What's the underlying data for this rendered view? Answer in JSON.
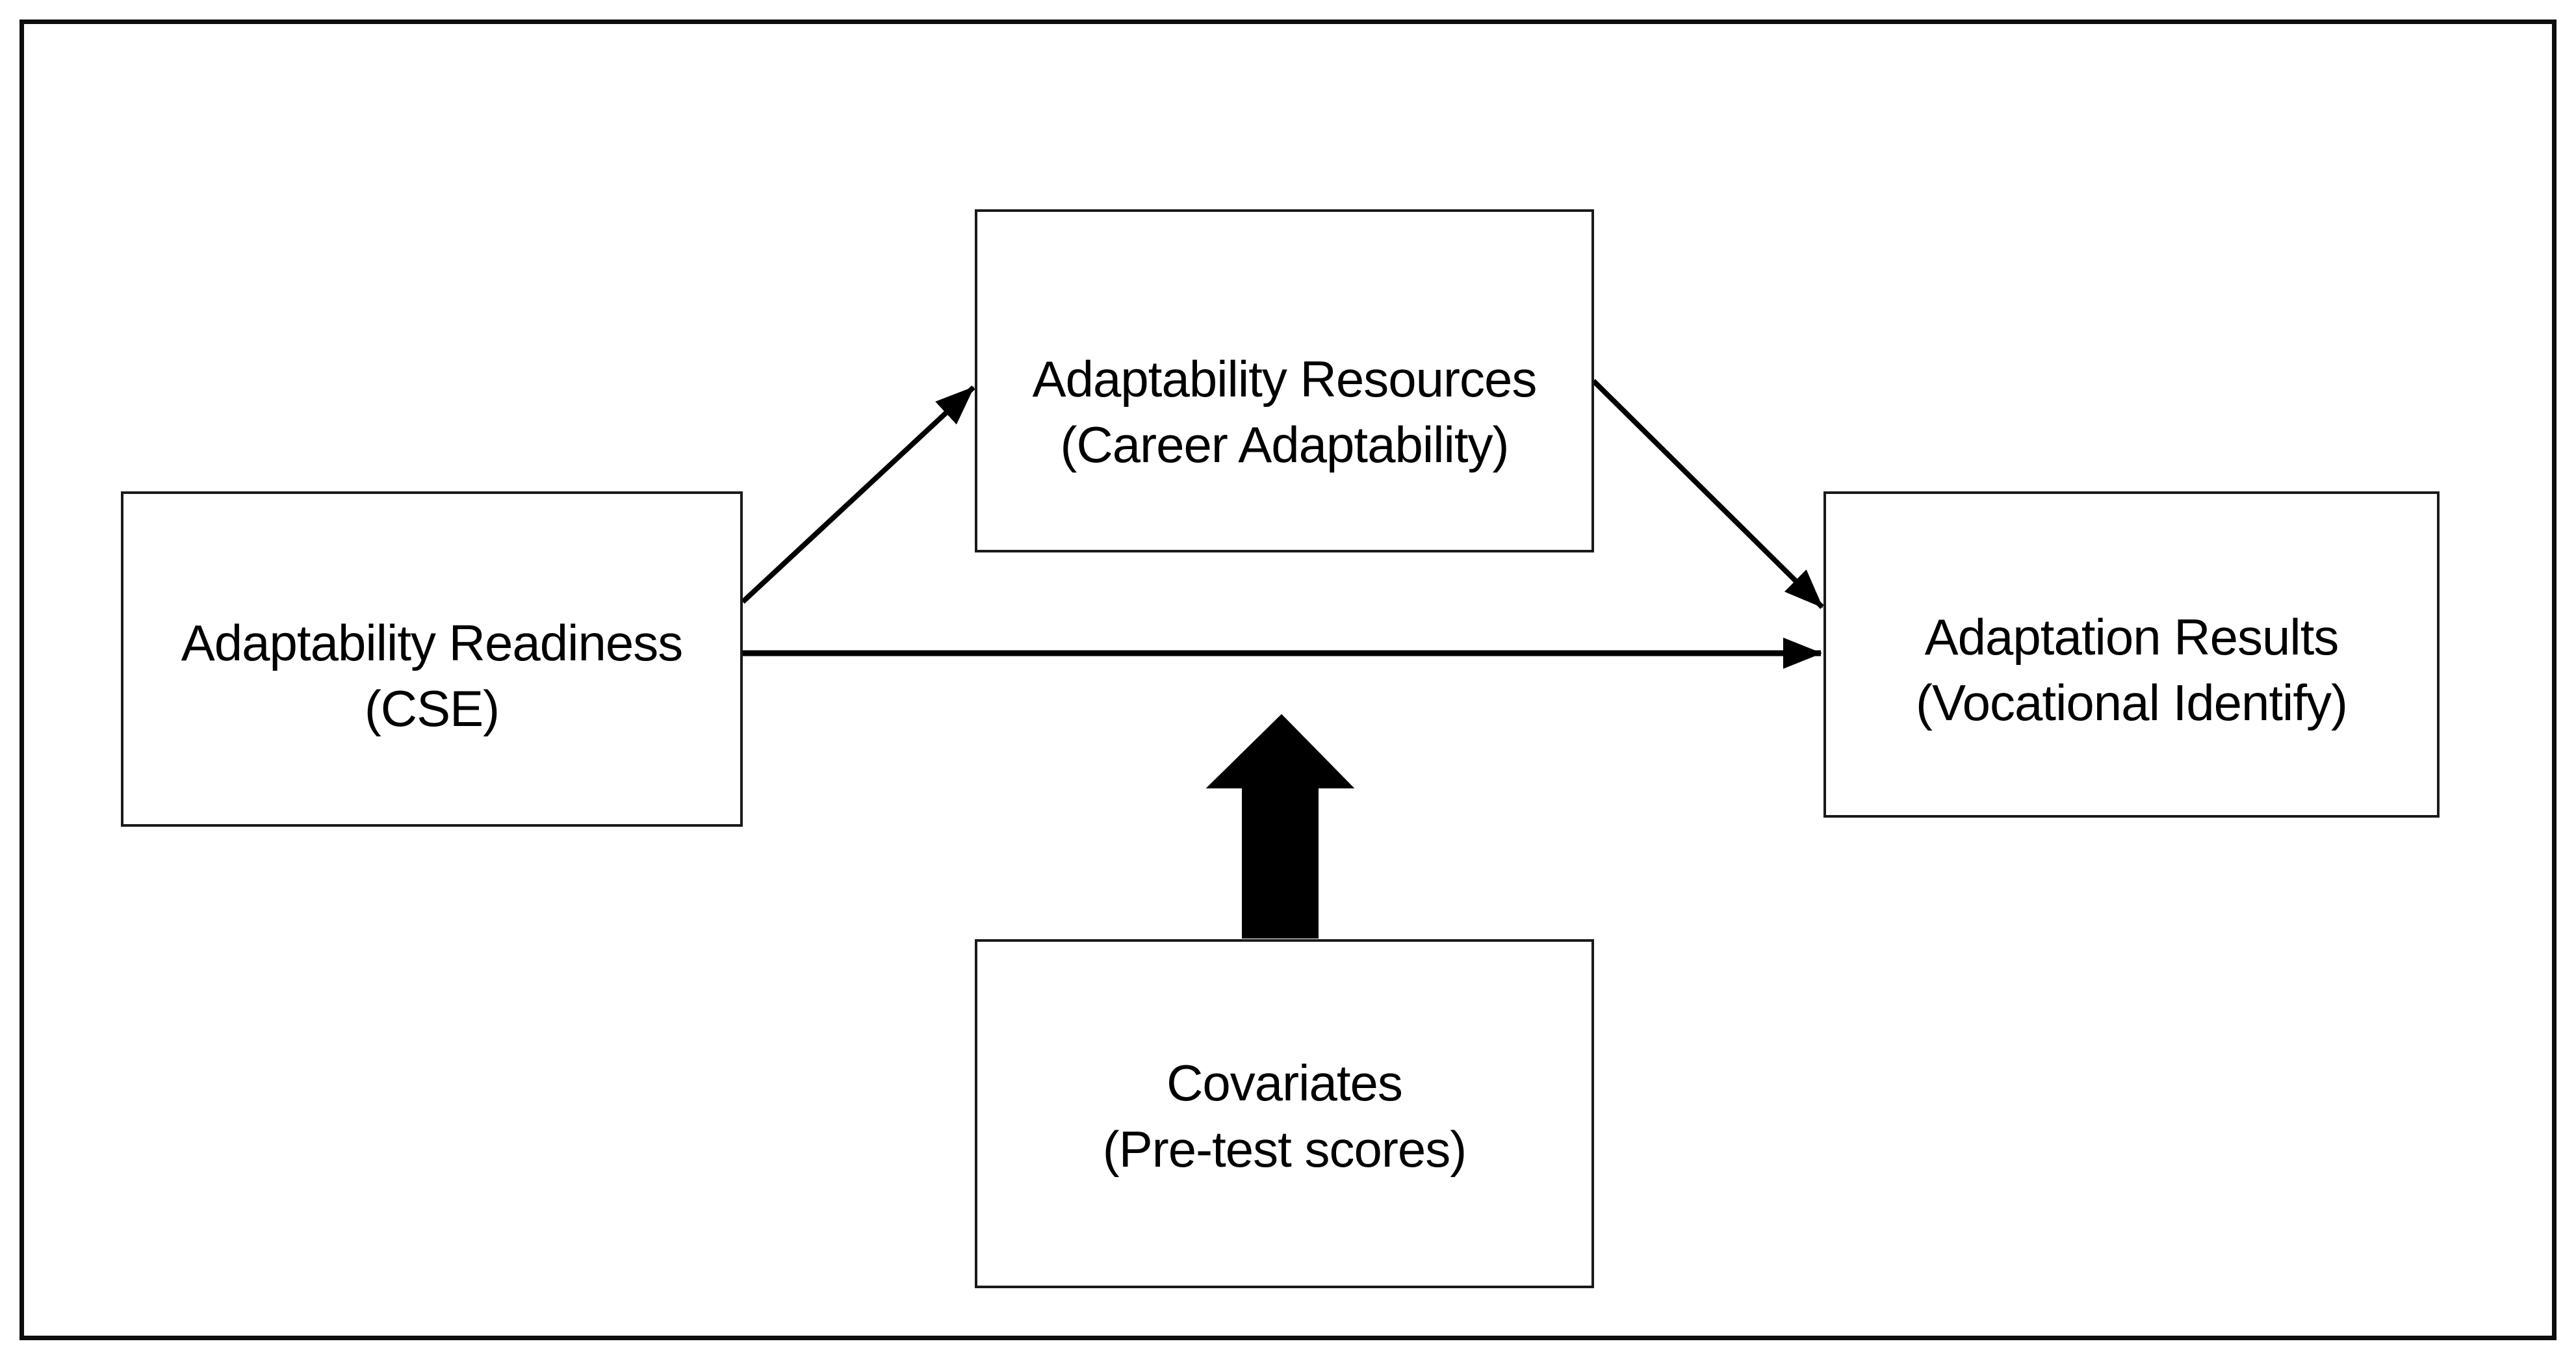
{
  "figure": {
    "type": "path-model-diagram",
    "colors": {
      "background": "#ffffff",
      "frame_border": "#0d0d0d",
      "box_border": "#1a1a1a",
      "box_fill": "#ffffff",
      "arrow": "#000000",
      "text": "#000000"
    },
    "nodes": [
      {
        "id": "adaptability-readiness",
        "line1": "Adaptability Readiness",
        "line2": "(CSE)"
      },
      {
        "id": "adaptability-resources",
        "line1": "Adaptability Resources",
        "line2": "(Career Adaptability)"
      },
      {
        "id": "adaptation-results",
        "line1": "Adaptation Results",
        "line2": "(Vocational Identify)"
      },
      {
        "id": "covariates",
        "line1": "Covariates",
        "line2": "(Pre-test scores)"
      }
    ],
    "edges": [
      {
        "from": "adaptability-readiness",
        "to": "adaptability-resources",
        "style": "thin-line-arrow"
      },
      {
        "from": "adaptability-resources",
        "to": "adaptation-results",
        "style": "thin-line-arrow"
      },
      {
        "from": "adaptability-readiness",
        "to": "adaptation-results",
        "style": "thin-line-arrow"
      },
      {
        "from": "covariates",
        "to": "readiness-results-path",
        "style": "solid-block-arrow-up"
      }
    ]
  }
}
